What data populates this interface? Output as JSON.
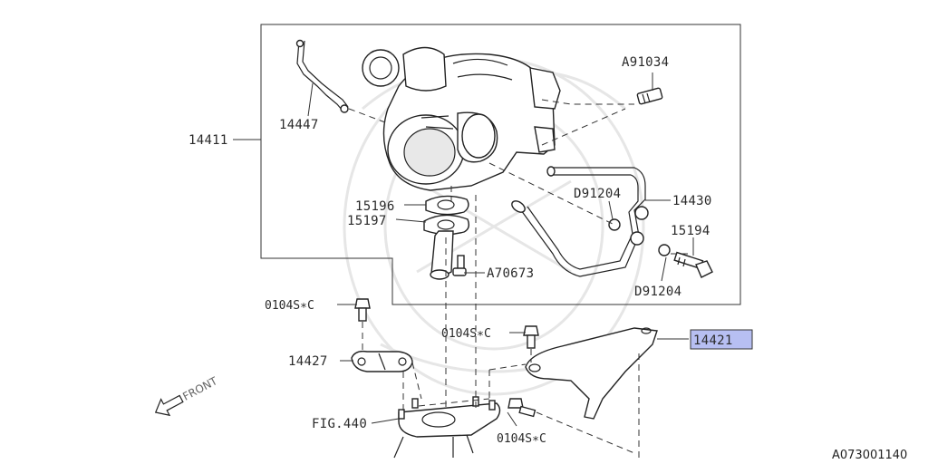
{
  "diagram": {
    "accent_color": "#b7bff2",
    "labels": {
      "p14411": "14411",
      "p14447": "14447",
      "a91034": "A91034",
      "p15196": "15196",
      "p15197": "15197",
      "d91204_top": "D91204",
      "p14430": "14430",
      "p15194": "15194",
      "d91204_bottom": "D91204",
      "a70673": "A70673",
      "bolt_left": "0104S∗C",
      "bolt_mid": "0104S∗C",
      "bolt_bottom": "0104S∗C",
      "p14421": "14421",
      "p14427": "14427",
      "fig440": "FIG.440",
      "front": "FRONT",
      "ref_code": "A073001140"
    }
  }
}
